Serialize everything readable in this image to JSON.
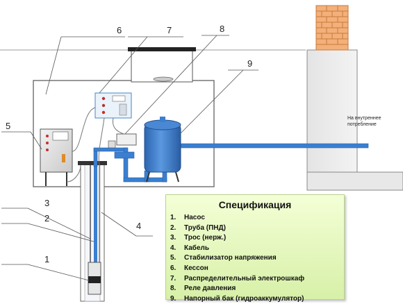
{
  "labels": {
    "n1": "1",
    "n2": "2",
    "n3": "3",
    "n4": "4",
    "n5": "5",
    "n6": "6",
    "n7": "7",
    "n8": "8",
    "n9": "9"
  },
  "consumer_label": "На внутреннее потребление",
  "spec": {
    "title": "Спецификация",
    "items": [
      {
        "idx": "1.",
        "text": "Насос"
      },
      {
        "idx": "2.",
        "text": "Труба (ПНД)"
      },
      {
        "idx": "3.",
        "text": "Трос (нерж.)"
      },
      {
        "idx": "4.",
        "text": "Кабель"
      },
      {
        "idx": "5.",
        "text": "Стабилизатор напряжения"
      },
      {
        "idx": "6.",
        "text": "Кессон"
      },
      {
        "idx": "7.",
        "text": "Распределительный электрошкаф"
      },
      {
        "idx": "8.",
        "text": "Реле давления"
      },
      {
        "idx": "9.",
        "text": "Напорный бак (гидроаккумулятор)"
      }
    ]
  },
  "colors": {
    "pipe": "#3a7fd0",
    "tank": "#3b78c4",
    "brick": "#f3b07a",
    "spec_bg": "#e4f5bf"
  }
}
